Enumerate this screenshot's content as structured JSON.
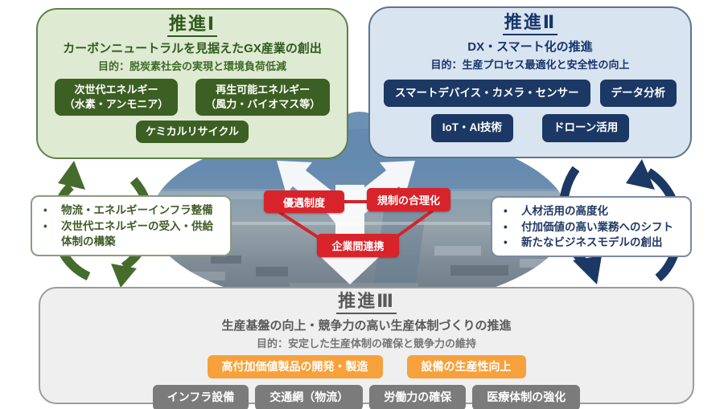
{
  "colors": {
    "green_dark": "#3c6023",
    "green_panel_bg": "#dfead2",
    "navy_dark": "#1c3864",
    "blue_panel_bg": "#d9e4f1",
    "red_accent": "#d9232a",
    "orange_accent": "#f6a13c",
    "gray_pill": "#7b7b7b",
    "gray_panel_bg": "#efefef"
  },
  "glyphs": {
    "bullet": "•"
  },
  "panel_1": {
    "title": "推進Ⅰ",
    "subtitle": "カーボンニュートラルを見据えたGX産業の創出",
    "purpose": "目的：脱炭素社会の実現と環境負荷低減",
    "pills": [
      "次世代エネルギー\n（水素・アンモニア）",
      "再生可能エネルギー\n（風力・バイオマス等）",
      "ケミカルリサイクル"
    ]
  },
  "panel_2": {
    "title": "推進Ⅱ",
    "subtitle": "DX・スマート化の推進",
    "purpose": "目的：生産プロセス最適化と安全性の向上",
    "pills": [
      "スマートデバイス・カメラ・センサー",
      "データ分析",
      "IoT・AI技術",
      "ドローン活用"
    ]
  },
  "panel_3": {
    "title": "推進Ⅲ",
    "subtitle": "生産基盤の向上・競争力の高い生産体制づくりの推進",
    "purpose": "目的：安定した生産体制の確保と競争力の維持",
    "highlight_pills": [
      "高付加価値製品の開発・製造",
      "設備の生産性向上"
    ],
    "base_pills": [
      "インフラ設備",
      "交通網（物流）",
      "労働力の確保",
      "医療体制の強化"
    ]
  },
  "policy_boxes": [
    "優遇制度",
    "規制の合理化",
    "企業間連携"
  ],
  "note_left": {
    "items": [
      "物流・エネルギーインフラ整備",
      "次世代エネルギーの受入・供給体制の構築"
    ]
  },
  "note_right": {
    "items": [
      "人材活用の高度化",
      "付加価値の高い業務へのシフト",
      "新たなビジネスモデルの創出"
    ]
  }
}
